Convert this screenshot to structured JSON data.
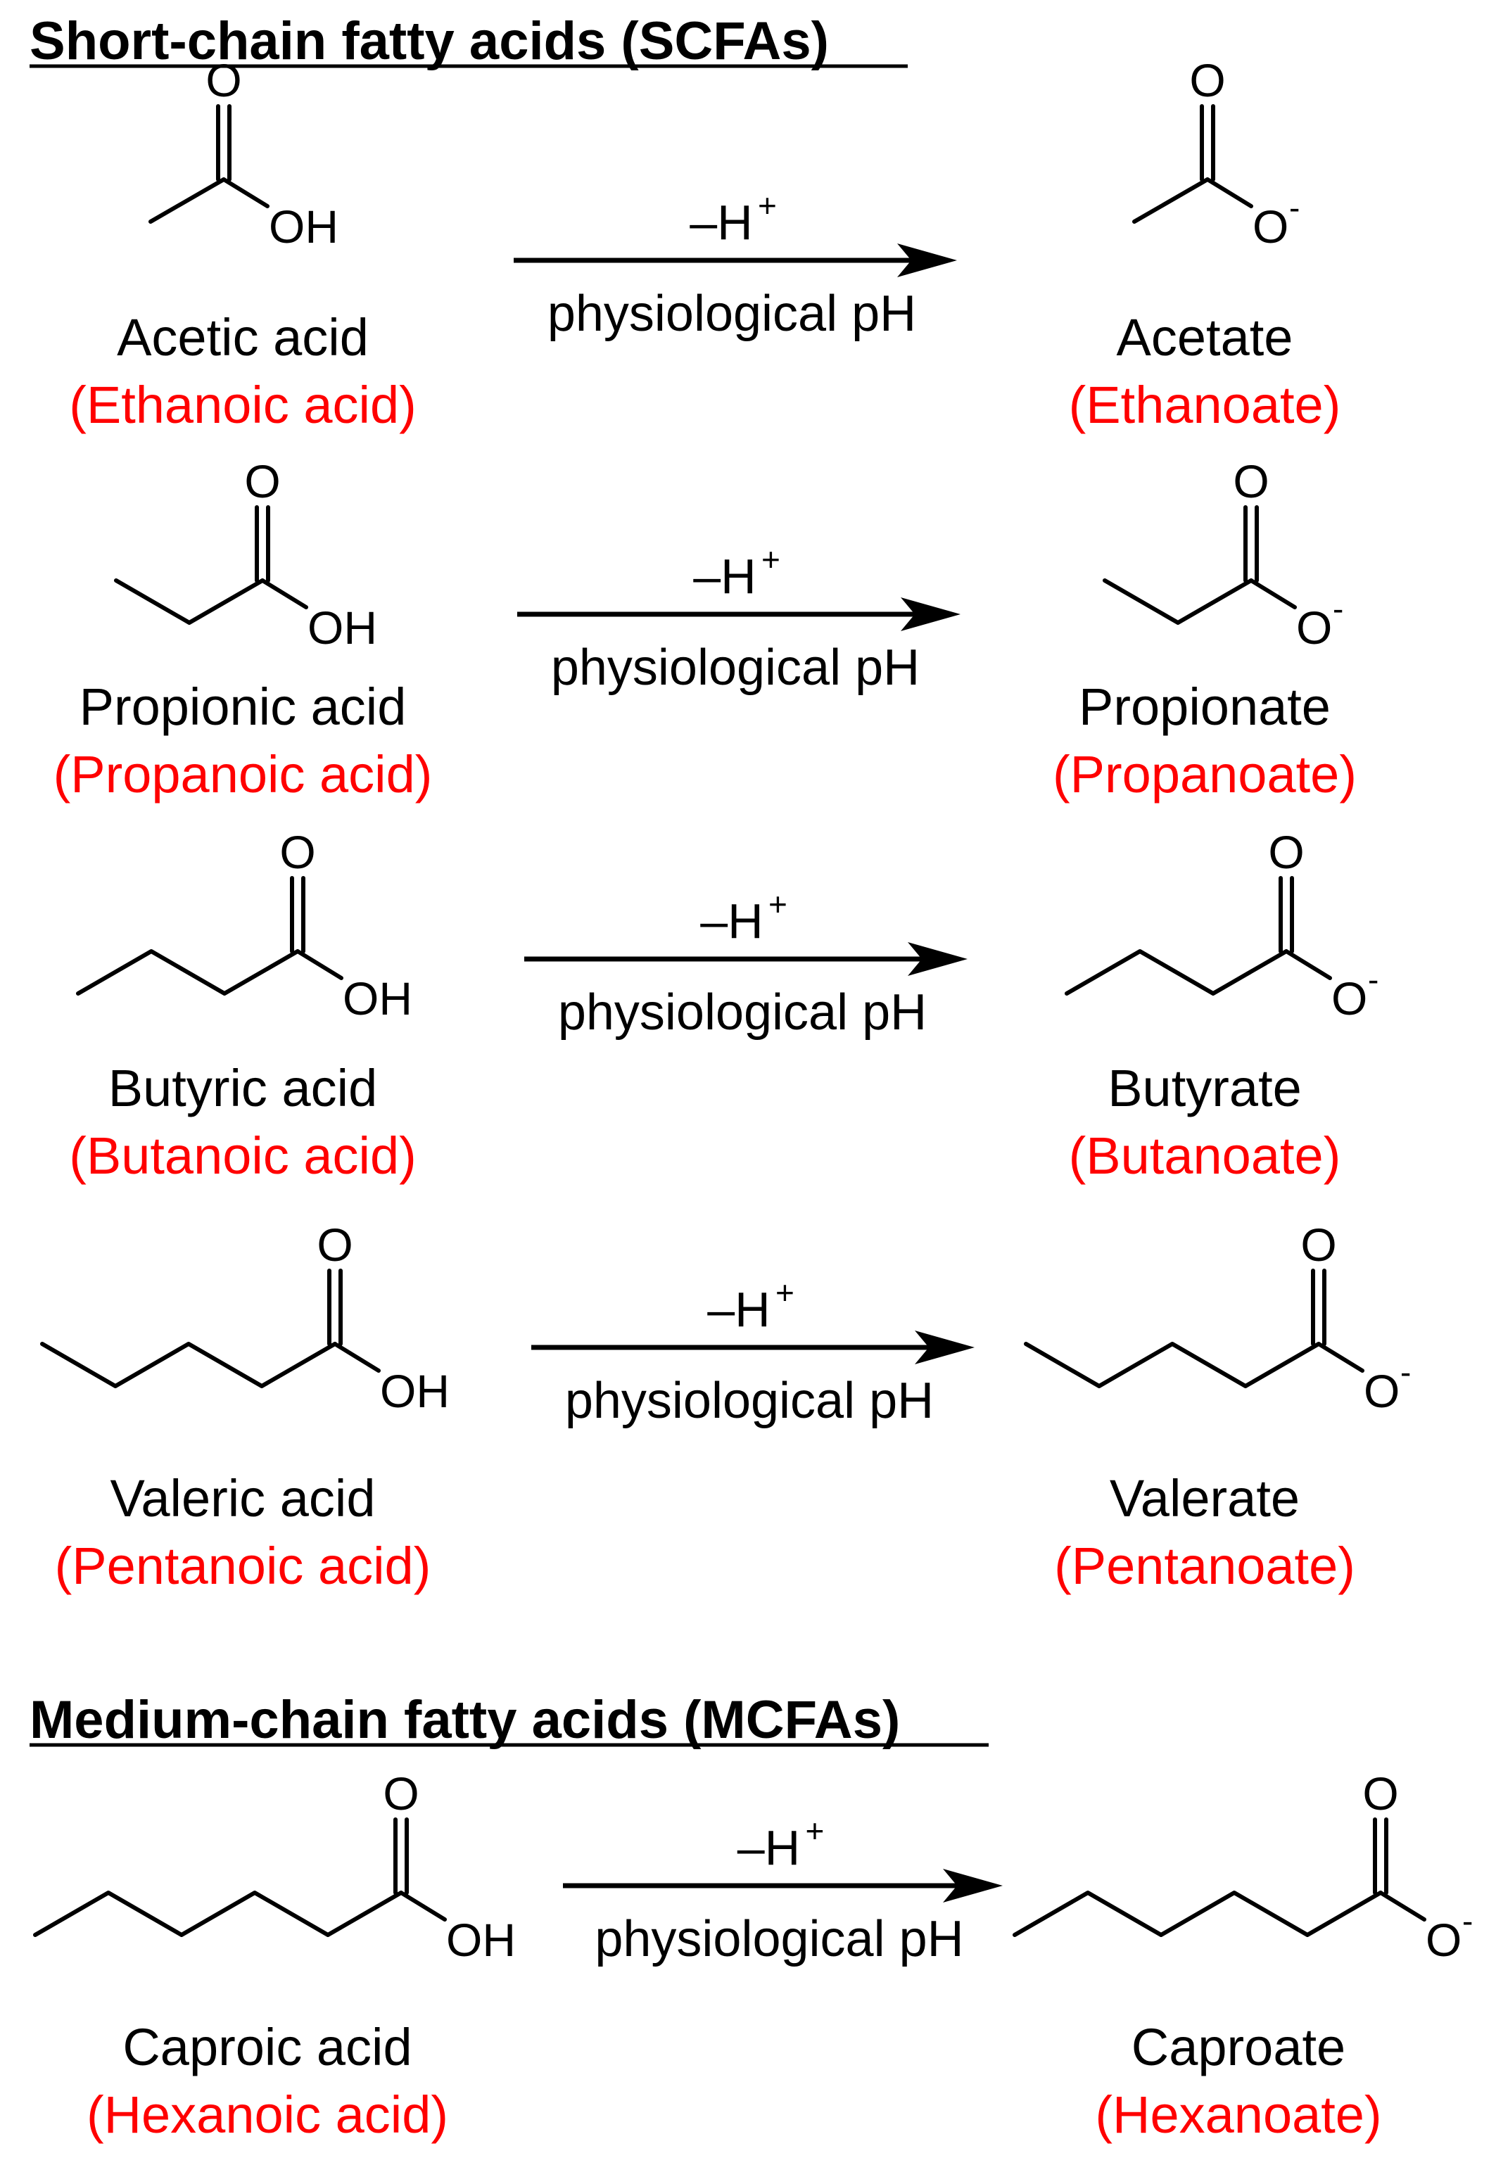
{
  "title_color": "#000000",
  "iupac_color": "#ff0000",
  "sections": [
    {
      "heading": "Short-chain fatty acids (SCFAs)",
      "reactions": [
        {
          "acid_name": "Acetic acid",
          "acid_iupac": "(Ethanoic acid)",
          "base_name": "Acetate",
          "base_iupac": "(Ethanoate)",
          "reagent": "–H",
          "reagent_charge": "+",
          "condition": "physiological pH",
          "carbon_count": 2
        },
        {
          "acid_name": "Propionic acid",
          "acid_iupac": "(Propanoic acid)",
          "base_name": "Propionate",
          "base_iupac": "(Propanoate)",
          "reagent": "–H",
          "reagent_charge": "+",
          "condition": "physiological pH",
          "carbon_count": 3
        },
        {
          "acid_name": "Butyric acid",
          "acid_iupac": "(Butanoic acid)",
          "base_name": "Butyrate",
          "base_iupac": "(Butanoate)",
          "reagent": "–H",
          "reagent_charge": "+",
          "condition": "physiological pH",
          "carbon_count": 4
        },
        {
          "acid_name": "Valeric acid",
          "acid_iupac": "(Pentanoic acid)",
          "base_name": "Valerate",
          "base_iupac": "(Pentanoate)",
          "reagent": "–H",
          "reagent_charge": "+",
          "condition": "physiological pH",
          "carbon_count": 5
        }
      ]
    },
    {
      "heading": "Medium-chain fatty acids (MCFAs)",
      "reactions": [
        {
          "acid_name": "Caproic acid",
          "acid_iupac": "(Hexanoic acid)",
          "base_name": "Caproate",
          "base_iupac": "(Hexanoate)",
          "reagent": "–H",
          "reagent_charge": "+",
          "condition": "physiological pH",
          "carbon_count": 6
        }
      ]
    }
  ],
  "atoms": {
    "oxygen": "O",
    "hydroxyl": "OH",
    "anion_oxygen": "O",
    "anion_charge": "-"
  }
}
